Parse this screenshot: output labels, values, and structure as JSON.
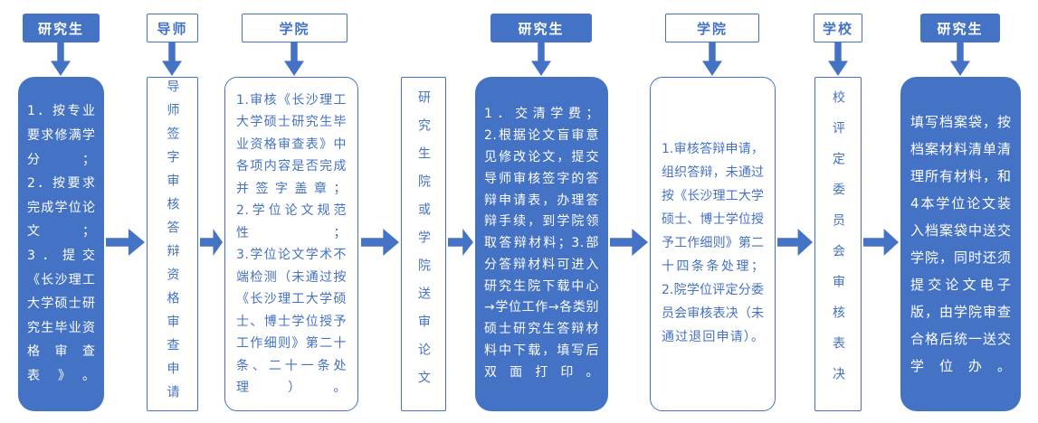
{
  "diagram": {
    "accent_color": "#4472C4",
    "columns": [
      {
        "header": "研究生",
        "style": "filled",
        "items": [
          "1．按专业要求修满学分；",
          "2．按要求完成学位论文；",
          "3．提交《长沙理工大学硕士研究生毕业资格审查表》。"
        ]
      },
      {
        "header": "导师",
        "style": "outline",
        "vertical_text": "导师签字审核答辩资格审查申请"
      },
      {
        "header": "学院",
        "style": "outline",
        "items": [
          "1.审核《长沙理工大学硕士研究生毕业资格审查表》中各项内容是否完成并签字盖章；",
          "2.学位论文规范性；",
          "3.学位论文学术不端检测（未通过按《长沙理工大学硕士、博士学位授予工作细则》第二十条、二十一条处理）。"
        ]
      },
      {
        "style": "outline",
        "vertical_text": "研究生院或学院送审论文"
      },
      {
        "header": "研究生",
        "style": "filled",
        "items": [
          "1．交清学费；",
          "2.根据论文盲审意见修改论文，提交导师审核签字的答辩申请表，办理答辩手续，到学院领取答辩材料；3.部分答辩材料可进入研究生院下载中心→学位工作→各类别硕士研究生答辩材料中下载，填写后双面打印。"
        ]
      },
      {
        "header": "学院",
        "style": "outline",
        "items": [
          "1.审核答辩申请，组织答辩，未通过按《长沙理工大学硕士、博士学位授予工作细则》第二十四条条处理；",
          "2.院学位评定分委员会审核表决（未通过退回申请）。"
        ]
      },
      {
        "header": "学校",
        "style": "outline",
        "vertical_text": "校评定委员会审核表决"
      },
      {
        "header": "研究生",
        "style": "filled",
        "items": [
          "填写档案袋，按档案材料清单清理所有材料，和4本学位论文装入档案袋中送交学院，同时还须提交论文电子版，由学院审查合格后统一送交学位办。"
        ]
      }
    ]
  }
}
